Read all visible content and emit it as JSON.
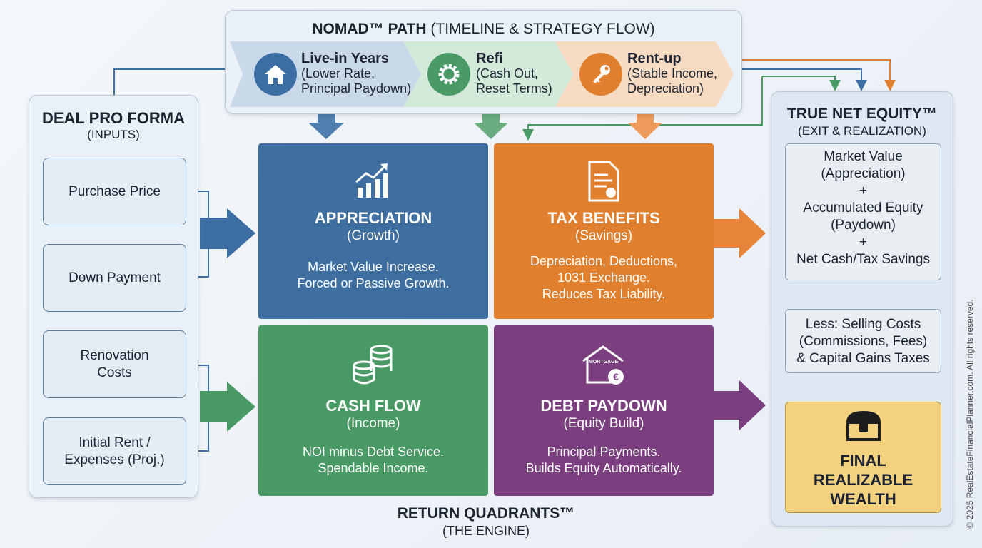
{
  "nomad": {
    "title": "NOMAD™ PATH",
    "subtitle": "(TIMELINE & STRATEGY FLOW)",
    "steps": [
      {
        "label": "Live-in Years",
        "line1": "(Lower Rate,",
        "line2": "Principal Paydown)",
        "icon": "house-icon",
        "color": "#3d6ea3"
      },
      {
        "label": "Refi",
        "line1": "(Cash Out,",
        "line2": "Reset Terms)",
        "icon": "gear-icon",
        "color": "#4a9a66"
      },
      {
        "label": "Rent-up",
        "line1": "(Stable Income,",
        "line2": "Depreciation)",
        "icon": "key-icon",
        "color": "#e07f2e"
      }
    ]
  },
  "inputs": {
    "title": "DEAL PRO FORMA",
    "subtitle": "(INPUTS)",
    "items": [
      "Purchase Price",
      "Down Payment",
      "Renovation Costs",
      "Initial Rent / Expenses (Proj.)"
    ]
  },
  "quadrants": {
    "title": "RETURN QUADRANTS™",
    "subtitle": "(THE ENGINE)",
    "items": [
      {
        "title": "APPRECIATION",
        "sub": "(Growth)",
        "desc1": "Market Value Increase.",
        "desc2": "Forced or Passive Growth.",
        "desc3": "",
        "icon": "trending-up-chart-icon",
        "color": "#3f6fa0"
      },
      {
        "title": "TAX BENEFITS",
        "sub": "(Savings)",
        "desc1": "Depreciation, Deductions,",
        "desc2": "1031 Exchange.",
        "desc3": "Reduces Tax Liability.",
        "icon": "tax-document-icon",
        "color": "#e07f2e"
      },
      {
        "title": "CASH FLOW",
        "sub": "(Income)",
        "desc1": "NOI minus Debt Service.",
        "desc2": "Spendable Income.",
        "desc3": "",
        "icon": "coin-stack-icon",
        "color": "#4a9a66"
      },
      {
        "title": "DEBT PAYDOWN",
        "sub": "(Equity Build)",
        "desc1": "Principal Payments.",
        "desc2": "Builds Equity Automatically.",
        "desc3": "",
        "icon": "mortgage-house-icon",
        "icon_text": "MORTGAGE",
        "color": "#7b3f7f"
      }
    ]
  },
  "equity": {
    "title": "TRUE NET EQUITY™",
    "subtitle": "(EXIT & REALIZATION)",
    "box1": [
      "Market Value",
      "(Appreciation)",
      "+",
      "Accumulated Equity",
      "(Paydown)",
      "+",
      "Net Cash/Tax Savings"
    ],
    "box2": [
      "Less: Selling Costs",
      "(Commissions, Fees)",
      "& Capital Gains Taxes"
    ],
    "final": [
      "FINAL",
      "REALIZABLE",
      "WEALTH"
    ],
    "final_icon": "treasure-chest-icon",
    "final_color": "#f2d27f"
  },
  "copyright": "© 2025 RealEstateFinancialPlanner.com. All rights reserved."
}
